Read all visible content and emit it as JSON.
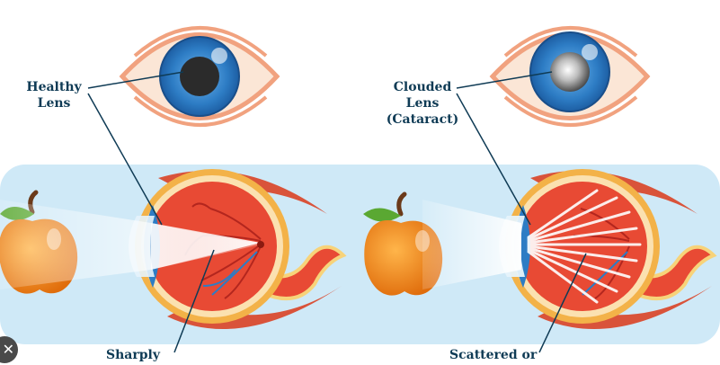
{
  "labels": {
    "healthy_line1": "Healthy",
    "healthy_line2": "Lens",
    "clouded_line1": "Clouded",
    "clouded_line2": "Lens",
    "clouded_line3": "(Cataract)",
    "sharply": "Sharply",
    "scattered": "Scattered or"
  },
  "icons": {
    "corner": "close-icon",
    "corner_glyph": "✕"
  },
  "colors": {
    "background_band": "#cfe9f7",
    "iris_blue": "#2d7cc4",
    "eye_muscle": "#d9533a",
    "retina_red": "#e84a34",
    "apple": "#f28a1c",
    "leaf": "#5aa832",
    "label_text": "#0f3b55"
  }
}
